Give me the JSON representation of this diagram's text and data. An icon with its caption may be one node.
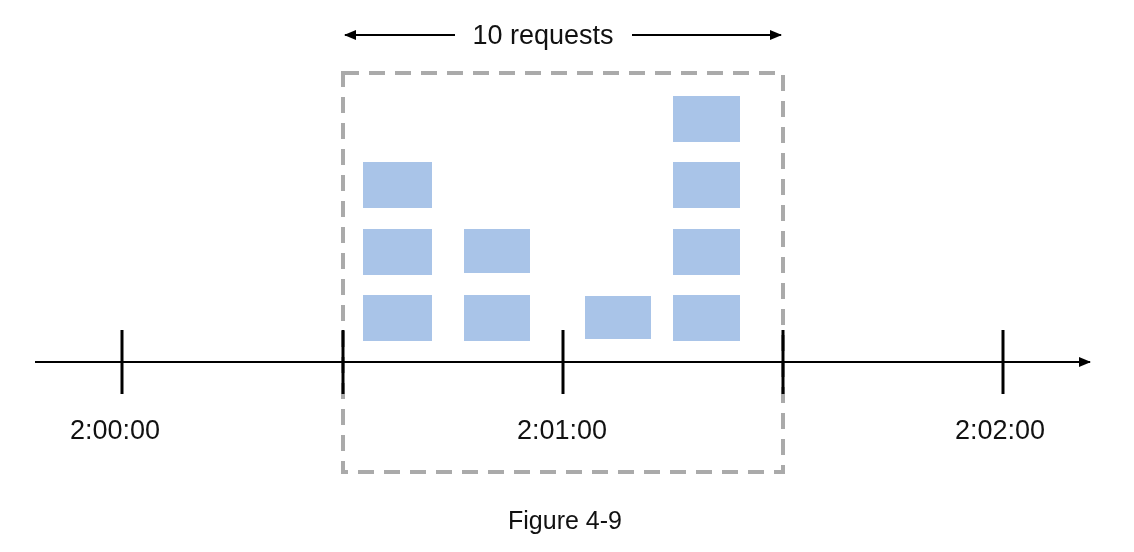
{
  "diagram": {
    "caption": "Figure 4-9",
    "labels": [
      "10 requests",
      "2:00:00",
      "2:01:00",
      "2:02:00"
    ]
  }
}
